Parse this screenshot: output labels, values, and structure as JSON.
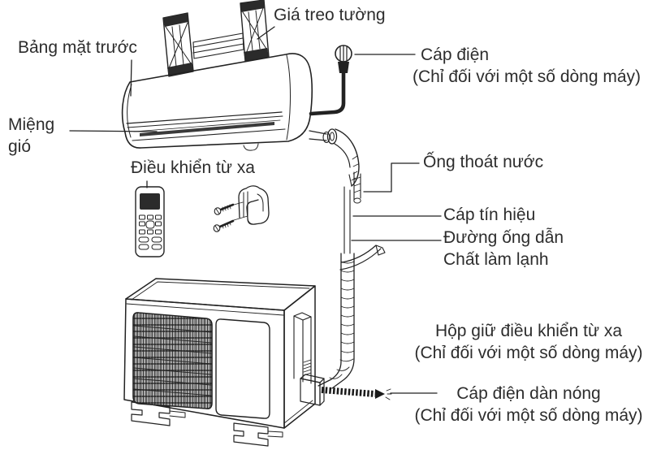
{
  "diagram": {
    "labels": {
      "gia_treo_tuong": "Giá treo tường",
      "bang_mat_truoc": "Bảng mặt trước",
      "cap_dien": "Cáp điện",
      "cap_dien_note": "(Chỉ đối với một số dòng máy)",
      "mieng_gio": "Miệng gió",
      "dieu_khien_tu_xa": "Điều khiển từ xa",
      "ong_thoat_nuoc": "Ống thoát nước",
      "cap_tin_hieu": "Cáp tín hiệu",
      "duong_ong_dan": "Đường ống dẫn",
      "chat_lam_lanh": "Chất làm lạnh",
      "hop_giu_dieu_khien_tu_xa": "Hộp giữ điều khiển từ xa",
      "hop_giu_note": "(Chỉ đối với một số dòng máy)",
      "cap_dien_dan_nong": "Cáp điện dàn nóng",
      "cap_dien_dan_nong_note": "(Chỉ đối với một số dòng máy)"
    },
    "colors": {
      "line": "#222222",
      "text": "#2d2d2d",
      "background": "#ffffff"
    }
  }
}
